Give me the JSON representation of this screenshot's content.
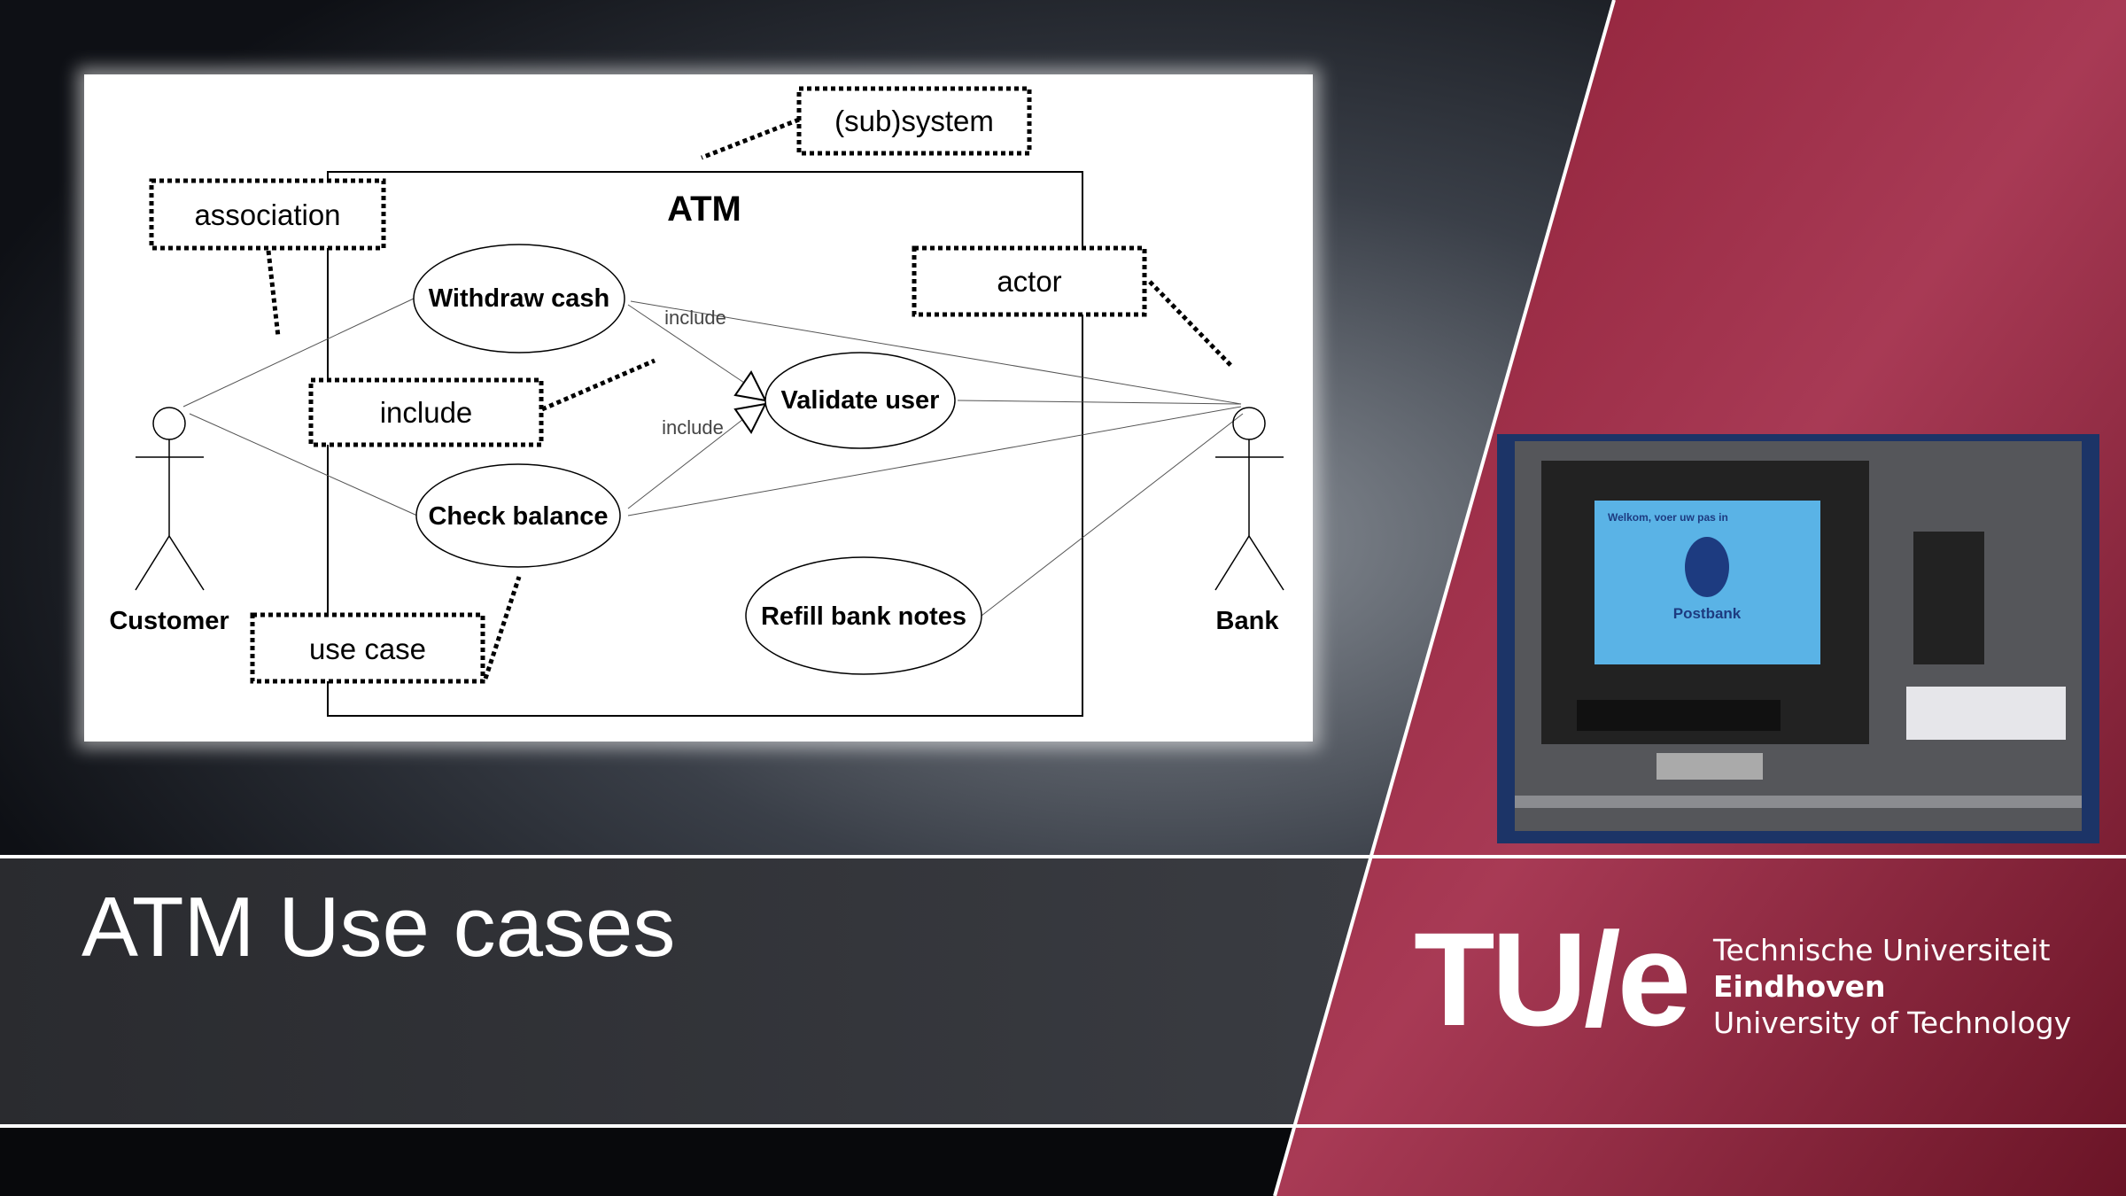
{
  "slide": {
    "title": "ATM Use cases"
  },
  "diagram": {
    "system_name": "ATM",
    "actors": [
      "Customer",
      "Bank"
    ],
    "use_cases": [
      "Withdraw cash",
      "Validate user",
      "Check balance",
      "Refill bank notes"
    ],
    "include_labels": [
      "include",
      "include"
    ],
    "callouts": {
      "subsystem": "(sub)system",
      "association": "association",
      "actor": "actor",
      "include": "include",
      "use_case": "use case"
    }
  },
  "photo": {
    "screen_text": "Welkom, voer uw pas in",
    "bank_name": "Postbank"
  },
  "logo": {
    "mark": "TU/e",
    "line1": "Technische Universiteit",
    "line2": "Eindhoven",
    "line3": "University of Technology"
  },
  "colors": {
    "crimson": "#7b1a2f",
    "dark": "#1e2026"
  }
}
